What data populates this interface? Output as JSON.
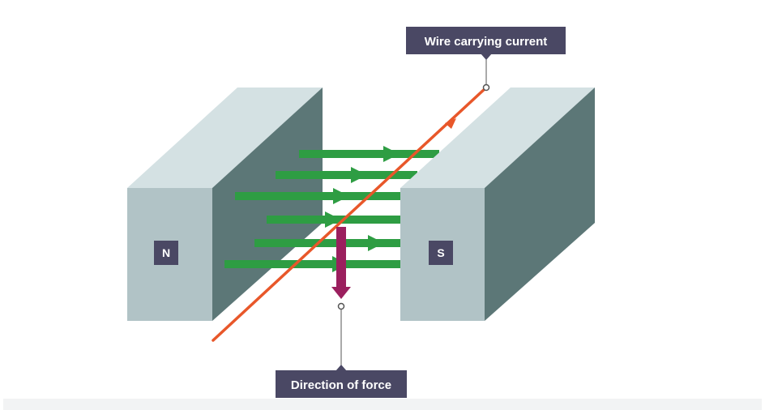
{
  "diagram": {
    "callouts": {
      "wire": {
        "label": "Wire carrying current"
      },
      "force": {
        "label": "Direction of force"
      }
    },
    "magnets": {
      "north": {
        "label": "N"
      },
      "south": {
        "label": "S"
      }
    },
    "colors": {
      "magnet_front": "#b1c3c6",
      "magnet_top": "#d4e1e3",
      "magnet_side": "#5c7777",
      "field_lines": "#2e9d43",
      "wire": "#e8572a",
      "force_arrow": "#9b1f5e",
      "label_box": "#4a4864",
      "leader_line": "#555555"
    },
    "icons": {
      "field_arrow": "right-arrow-icon",
      "force_arrow": "down-arrow-icon",
      "wire_arrow": "arrowhead-icon"
    }
  }
}
